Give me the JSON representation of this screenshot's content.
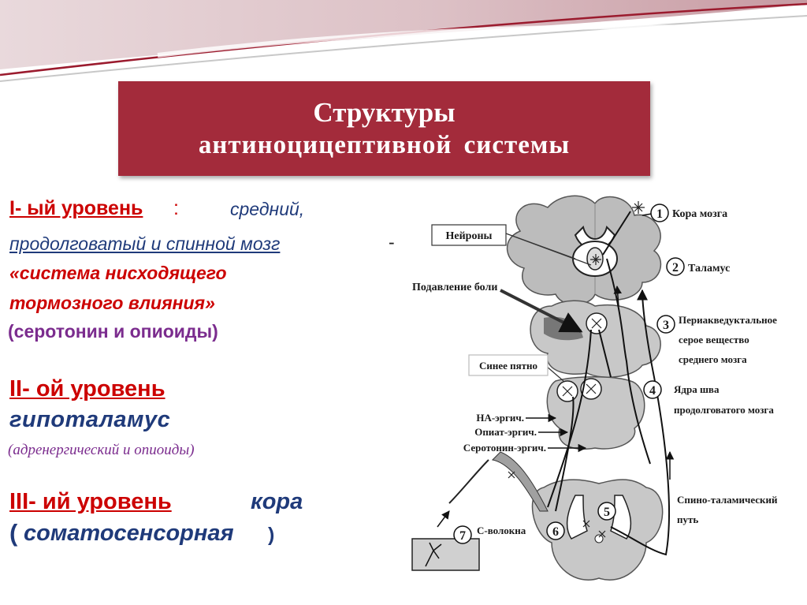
{
  "title": {
    "line1": "Структуры",
    "line2": "антиноцицептивной системы"
  },
  "colors": {
    "title_bg": "#a32b3b",
    "red": "#cc0000",
    "blue": "#1f3a7a",
    "purple": "#7b2c8e",
    "gray": "#b8b8b8"
  },
  "levels": {
    "l1": {
      "heading": "I- ый уровень",
      "colon": ":",
      "region_a": "средний,",
      "region_b": "продолговатый и спинной мозг",
      "dash": "-",
      "system_a": "«система нисходящего",
      "system_b": "тормозного влияния»",
      "mediators": "(серотонин и опиоиды)"
    },
    "l2": {
      "heading": "II- ой уровень",
      "region": "гипоталамус",
      "mediators": "(адренергический и опиоиды)"
    },
    "l3": {
      "heading": "III- ий уровень",
      "region": "кора",
      "sub_open": "(",
      "sub": "соматосенсорная",
      "sub_close": ")"
    }
  },
  "diagram": {
    "labels": {
      "neurons": "Нейроны",
      "pain_suppression": "Подавление боли",
      "blue_spot": "Синее пятно",
      "na_ergic": "НА-эргич.",
      "opiate_ergic": "Опиат-эргич.",
      "serotonin_ergic": "Серотонин-эргич.",
      "c_fibers": "С-волокна"
    },
    "numbered": [
      {
        "num": "1",
        "label": "Кора мозга"
      },
      {
        "num": "2",
        "label": "Таламус"
      },
      {
        "num": "3",
        "label_lines": [
          "Периакведуктальное",
          "серое вещество",
          "среднего мозга"
        ]
      },
      {
        "num": "4",
        "label_lines": [
          "Ядра шва",
          "продолговатого мозга"
        ]
      },
      {
        "num": "5",
        "label_lines": [
          "Спино-таламический",
          "путь"
        ]
      },
      {
        "num": "6"
      },
      {
        "num": "7"
      }
    ]
  }
}
